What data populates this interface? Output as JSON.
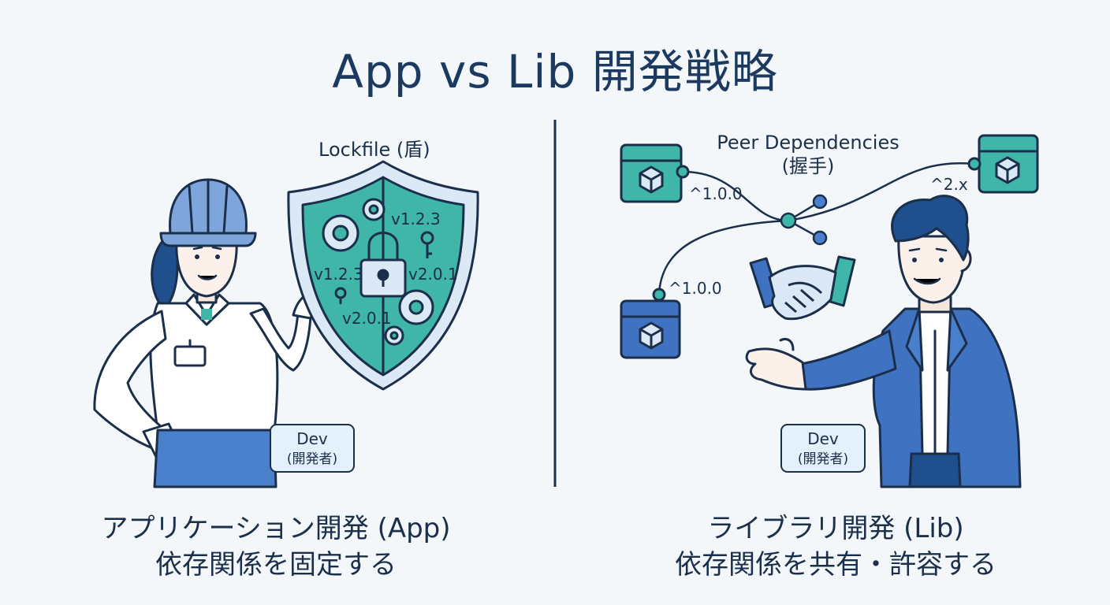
{
  "title": "App vs Lib 開発戦略",
  "left": {
    "shield_label": "Lockfile (盾)",
    "versions": [
      "v1.2.3",
      "v1.2.3",
      "v2.0.1",
      "v2.0.1"
    ],
    "badge": {
      "line1": "Dev",
      "line2": "(開発者)"
    },
    "caption": {
      "line1": "アプリケーション開発 (App)",
      "line2": "依存関係を固定する"
    }
  },
  "right": {
    "peer_label": {
      "line1": "Peer Dependencies",
      "line2": "(握手)"
    },
    "versions": {
      "top_left": "^1.0.0",
      "top_right": "^2.x",
      "bottom_left": "^1.0.0"
    },
    "badge": {
      "line1": "Dev",
      "line2": "(開発者)"
    },
    "caption": {
      "line1": "ライブラリ開発 (Lib)",
      "line2": "依存関係を共有・許容する"
    }
  },
  "colors": {
    "navy": "#1b2f4b",
    "teal": "#3fb6a8",
    "blue": "#3f73c2",
    "light_blue": "#e4f0fb"
  },
  "icons": [
    "hard-hat-icon",
    "shield-icon",
    "padlock-icon",
    "gear-icon",
    "key-icon",
    "package-box-icon",
    "handshake-icon",
    "share-node-icon"
  ]
}
